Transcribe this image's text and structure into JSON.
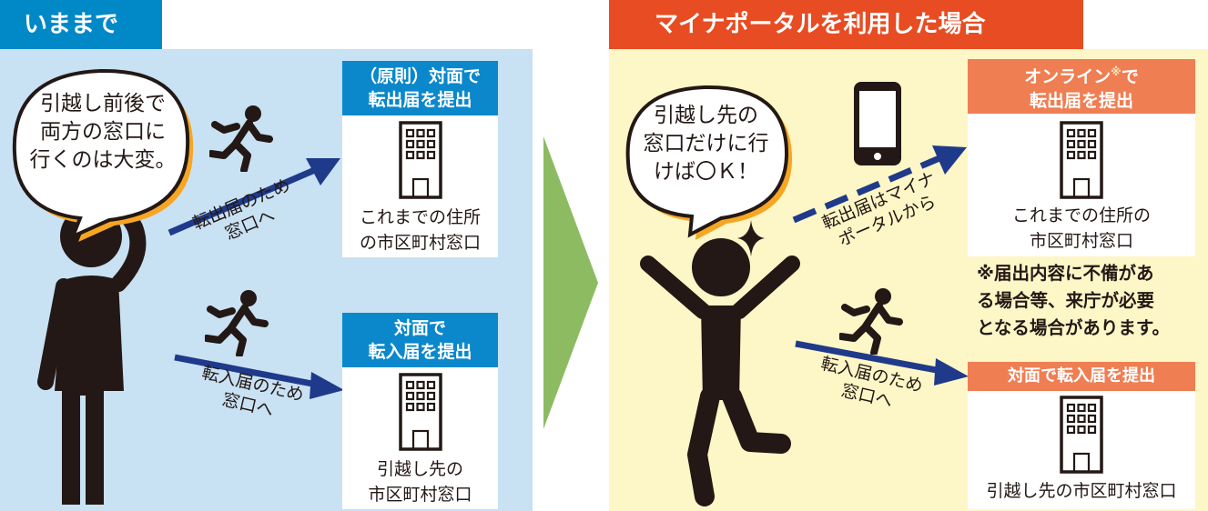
{
  "colors": {
    "before_header": "#0088c7",
    "before_bg": "#c8e1f3",
    "after_header": "#e84c22",
    "after_bg": "#fdf6c6",
    "arrow_divider": "#8dbb62",
    "card_head_blue": "#0a88cb",
    "card_head_orange": "#ef7e53",
    "arrow_navy": "#1f3a8a",
    "dark": "#231815"
  },
  "before": {
    "title": "いままで",
    "bubble": "引越し前後で\n両方の窓口に\n行くのは大変。",
    "card_out": {
      "head": "（原則）対面で\n転出届を提出",
      "text": "これまでの住所\nの市区町村窓口"
    },
    "card_in": {
      "head": "対面で\n転入届を提出",
      "text": "引越し先の\n市区町村窓口"
    },
    "arrow_out_label": "転出届のため\n窓口へ",
    "arrow_in_label": "転入届のため\n窓口へ"
  },
  "after": {
    "title": "マイナポータルを利用した場合",
    "bubble": "引越し先の\n窓口だけに行\nけば〇Ｋ！",
    "card_out": {
      "head_before_mark": "オンライン",
      "head_mark": "※",
      "head_after_mark": "で",
      "head_line2": "転出届を提出",
      "text": "これまでの住所の\n市区町村窓口"
    },
    "note": "※届出内容に不備があ\nる場合等、来庁が必要\nとなる場合があります。",
    "card_in": {
      "head": "対面で転入届を提出",
      "text": "引越し先の市区町村窓口"
    },
    "arrow_out_label": "転出届はマイナ\nポータルから",
    "arrow_in_label": "転入届のため\n窓口へ"
  }
}
